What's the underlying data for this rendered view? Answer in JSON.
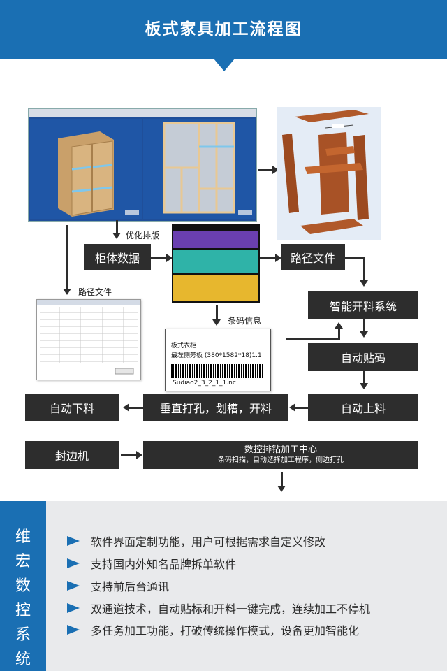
{
  "header": {
    "title": "板式家具加工流程图"
  },
  "flow": {
    "cabinet_data": "柜体数据",
    "path_file": "路径文件",
    "optimize_label": "优化排版",
    "path_file_label": "路径文件",
    "barcode_info_label": "条码信息",
    "smart_cutting": "智能开料系统",
    "auto_labeling": "自动贴码",
    "auto_loading": "自动上料",
    "vertical_drilling": "垂直打孔，划槽，开料",
    "auto_unloading": "自动下料",
    "edge_banding": "封边机",
    "cnc_center_title": "数控排钻加工中心",
    "cnc_center_sub": "条码扫描，自动选择加工程序，侧边打孔"
  },
  "barcode_card": {
    "line1": "板式衣柜",
    "line2": "最左侧旁板 (380*1582*18)1.1",
    "code": "Sudiao2_3_2_1_1.nc"
  },
  "nesting_panels": [
    "#6a3fb0",
    "#2fb3a8",
    "#e7b72e"
  ],
  "side": {
    "chars": [
      "维",
      "宏",
      "数",
      "控",
      "系",
      "统"
    ]
  },
  "features": [
    "软件界面定制功能，用户可根据需求自定义修改",
    "支持国内外知名品牌拆单软件",
    "支持前后台通讯",
    "双通道技术，自动贴标和开料一键完成，连续加工不停机",
    "多任务加工功能，打破传统操作模式，设备更加智能化"
  ],
  "colors": {
    "brand_blue": "#1a6fb3",
    "box_dark": "#2d2d2d",
    "panel_bg": "#e9eaec"
  }
}
